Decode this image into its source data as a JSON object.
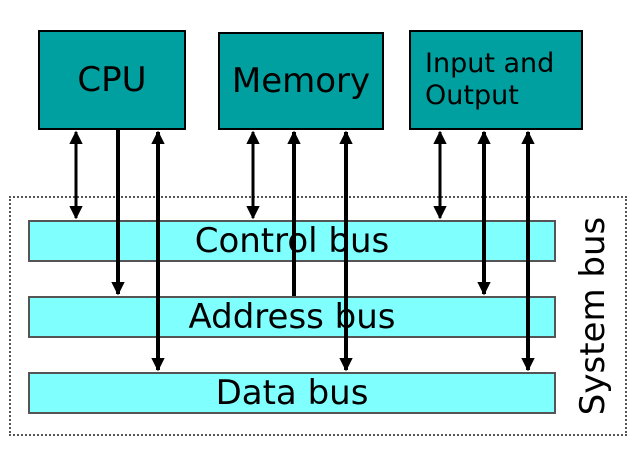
{
  "components": {
    "cpu": "CPU",
    "memory": "Memory",
    "io": "Input and\nOutput"
  },
  "buses": {
    "control": "Control bus",
    "address": "Address bus",
    "data": "Data bus"
  },
  "system_bus": "System bus",
  "colors": {
    "component_fill": "#00a0a0",
    "bus_fill": "#80ffff",
    "stroke": "#000000"
  }
}
